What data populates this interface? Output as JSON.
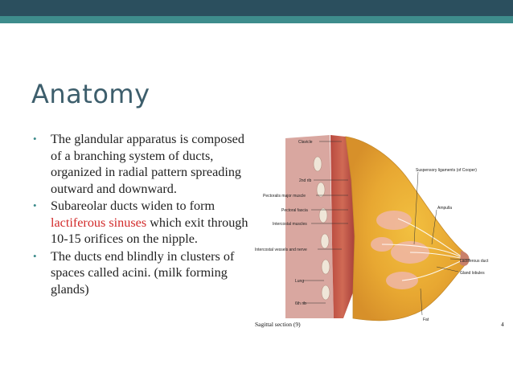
{
  "slide": {
    "title": "Anatomy",
    "bullets": [
      {
        "parts": [
          {
            "text": "The glandular apparatus is composed of a branching system of ducts, organized in radial pattern spreading outward and downward."
          }
        ]
      },
      {
        "parts": [
          {
            "text": "Subareolar ducts widen to form "
          },
          {
            "text": "lactiferous sinuses",
            "highlight": true
          },
          {
            "text": " which exit through 10-15 orifices on the nipple."
          }
        ]
      },
      {
        "parts": [
          {
            "text": "The ducts end blindly in clusters of spaces called acini. (milk forming glands)"
          }
        ]
      }
    ],
    "highlight_color": "#d22a2a"
  },
  "figure": {
    "labels": {
      "clavicle": "Clavicle",
      "rib2": "2nd rib",
      "pectoralis": "Pectoralis major muscle",
      "pectoral_fascia": "Pectoral fascia",
      "intercostal_muscles": "Intercostal muscles",
      "intercostal_vessels": "Intercostal vessels and nerve",
      "lung": "Lung",
      "rib6": "6th rib",
      "cooper": "Suspensory ligaments (of Cooper)",
      "ampulla": "Ampulla",
      "lactiferous_duct": "Lactiferous duct",
      "gland_lobules": "Gland lobules",
      "fat": "Fat"
    },
    "caption": "Sagittal section (9)",
    "corner_mark": "4"
  },
  "colors": {
    "top_bar_dark": "#2b4f5e",
    "top_bar_teal": "#3e8c8c",
    "title": "#3d5e6c",
    "bullet": "#3e8c8c"
  }
}
